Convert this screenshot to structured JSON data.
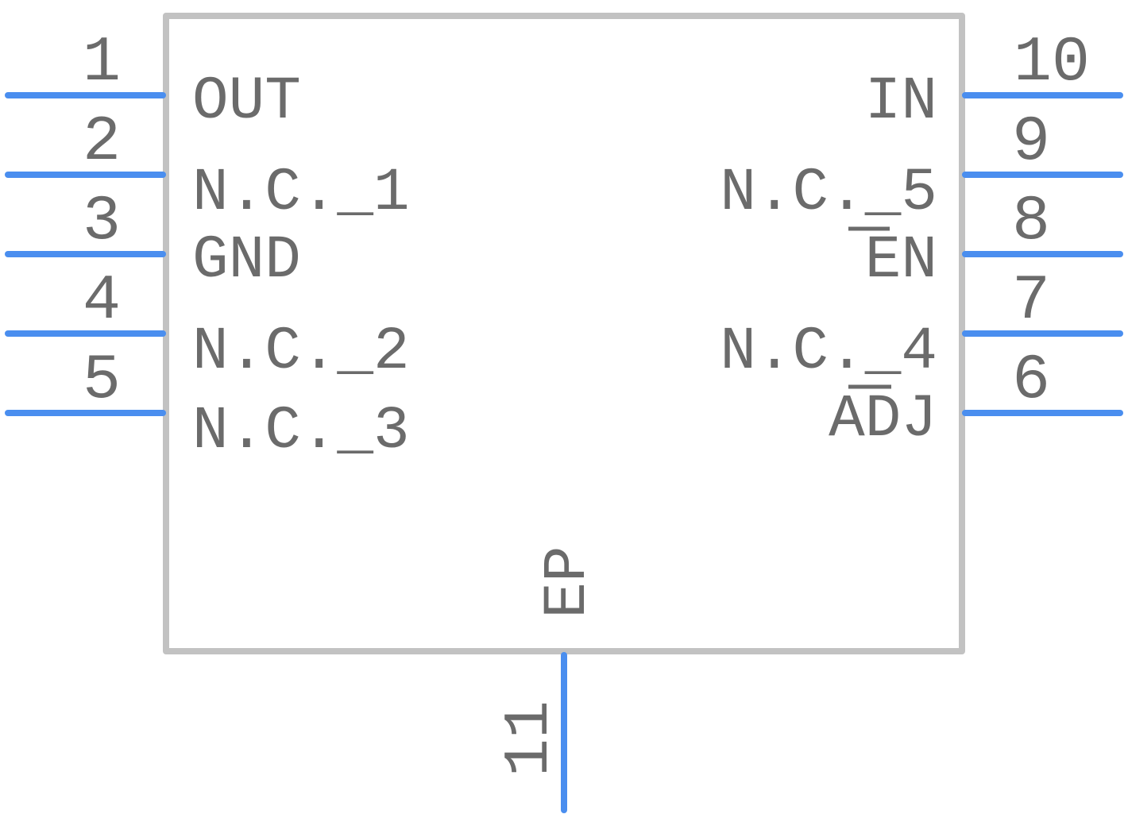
{
  "component": {
    "pins": [
      {
        "number": "1",
        "name": "OUT"
      },
      {
        "number": "2",
        "name": "N.C._1"
      },
      {
        "number": "3",
        "name": "GND"
      },
      {
        "number": "4",
        "name": "N.C._2"
      },
      {
        "number": "5",
        "name": "N.C._3"
      },
      {
        "number": "6",
        "name": "ADJ"
      },
      {
        "number": "7",
        "name": "N.C._4"
      },
      {
        "number": "8",
        "name": "EN"
      },
      {
        "number": "9",
        "name": "N.C._5"
      },
      {
        "number": "10",
        "name": "IN"
      },
      {
        "number": "11",
        "name": "EP"
      }
    ]
  },
  "colors": {
    "pin": "#4a8eef",
    "outline": "#c2c2c2",
    "text": "#6b6b6b"
  }
}
